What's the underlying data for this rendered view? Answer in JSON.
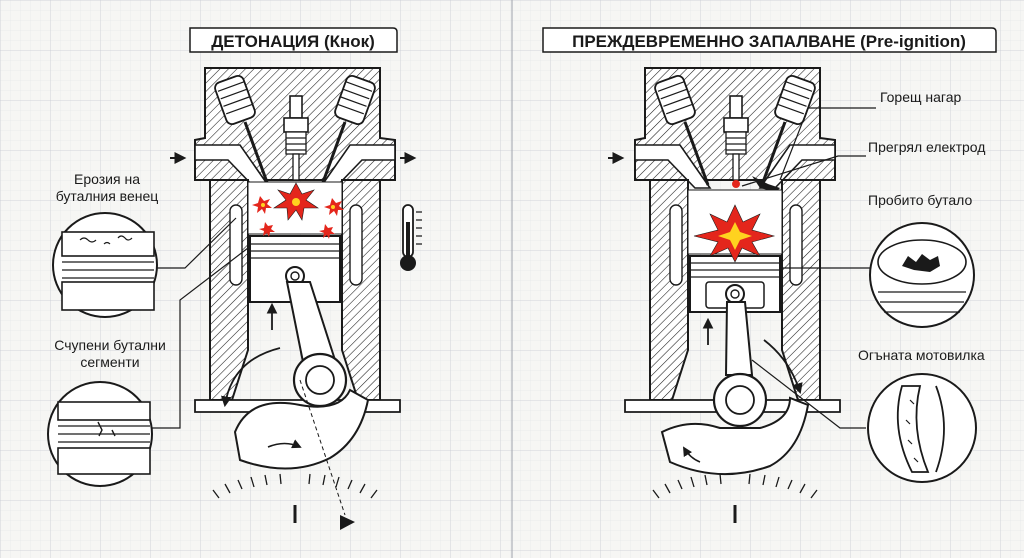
{
  "titles": {
    "left": "ДЕТОНАЦИЯ (Кнок)",
    "right": "ПРЕЖДЕВРЕМЕННО ЗАПАЛВАНЕ (Pre-ignition)"
  },
  "left_labels": {
    "erosion_line1": "Ерозия на",
    "erosion_line2": "буталния венец",
    "rings_line1": "Счупени бутални",
    "rings_line2": "сегменти"
  },
  "right_labels": {
    "hot_carbon": "Горещ нагар",
    "overheated_electrode": "Прегрял електрод",
    "holed_piston": "Пробито бутало",
    "bent_rod": "Огъната мотовилка"
  },
  "colors": {
    "ink": "#1a1a1a",
    "flame_red": "#e4261c",
    "flame_yellow": "#ffd21f",
    "paper": "#f6f6f4",
    "grid": "#c9ccd3"
  }
}
